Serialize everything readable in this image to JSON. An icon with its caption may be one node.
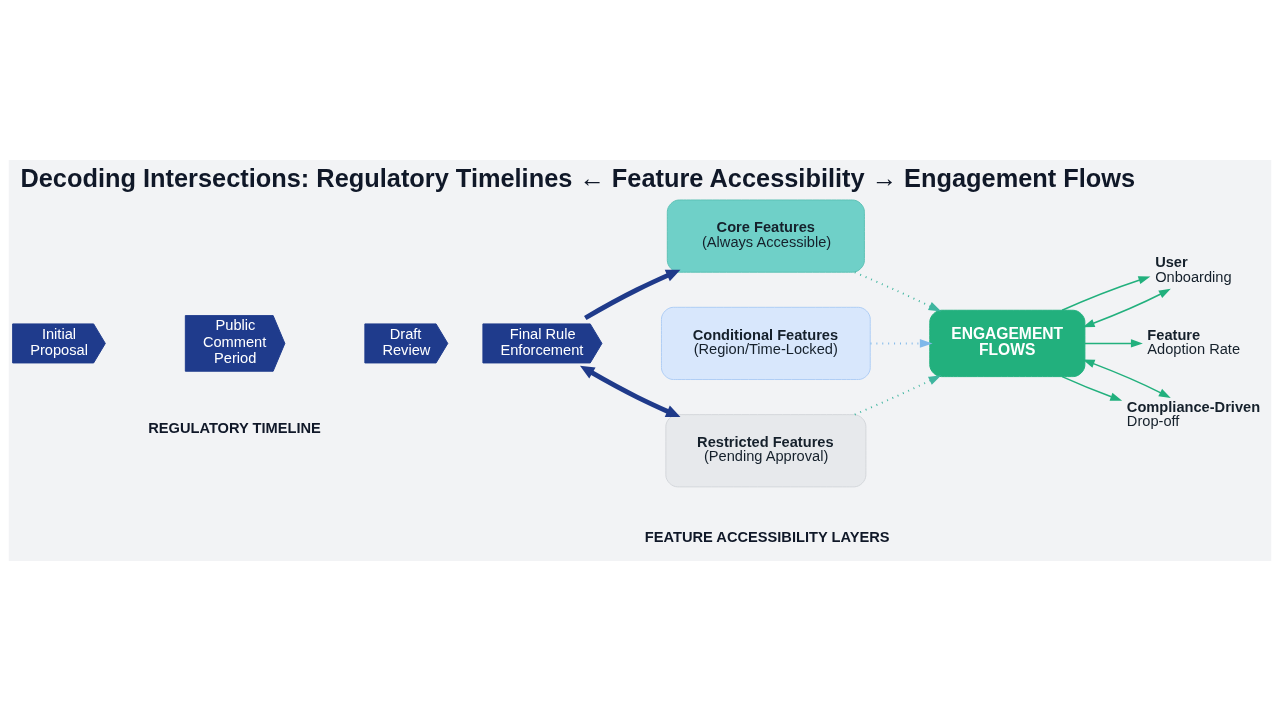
{
  "diagram": {
    "title": "Decoding Intersections: Regulatory Timelines ← Feature Accessibility → Engagement Flows",
    "nodes": [
      {
        "text": [
          "Initial Proposal"
        ]
      },
      {
        "text": [
          "Public Comment Period"
        ]
      },
      {
        "text": [
          "Draft Review"
        ]
      },
      {
        "text": [
          "Final Rule Enforcement"
        ]
      },
      {
        "text": [
          "Core Features",
          "(Always Accessible)"
        ]
      },
      {
        "text": [
          "Conditional Features",
          "(Region/Time-Locked)"
        ]
      },
      {
        "text": [
          "Restricted Features",
          "(Pending Approval)"
        ]
      },
      {
        "text": [
          "ENGAGEMENT FLOWS"
        ]
      },
      {
        "text": [
          "User",
          "Onboarding"
        ]
      },
      {
        "text": [
          "Feature",
          "Adoption Rate"
        ]
      },
      {
        "text": [
          "Compliance-Driven",
          "Drop-off"
        ]
      }
    ],
    "edges": [
      {
        "from": 3,
        "to": 4,
        "arrow": "to",
        "style": "thick",
        "color": "#1f3a8a"
      },
      {
        "from": 3,
        "to": 6,
        "arrow": "both",
        "style": "thick",
        "color": "#1f3a8a"
      },
      {
        "from": 4,
        "to": 7,
        "arrow": "to",
        "style": "dashed",
        "color": "#3fb59f"
      },
      {
        "from": 5,
        "to": 7,
        "arrow": "to",
        "style": "dashed",
        "color": "#7fb8ea"
      },
      {
        "from": 6,
        "to": 7,
        "arrow": "to",
        "style": "dashed",
        "color": "#3fb59f"
      },
      {
        "from": 7,
        "to": 8,
        "arrow": "both",
        "color": "#22b07d"
      },
      {
        "from": 7,
        "to": 8,
        "arrow": "to",
        "color": "#22b07d"
      },
      {
        "from": 7,
        "to": 9,
        "arrow": "to",
        "color": "#22b07d"
      },
      {
        "from": 7,
        "to": 10,
        "arrow": "to",
        "color": "#22b07d"
      },
      {
        "from": 7,
        "to": 10,
        "arrow": "both",
        "color": "#22b07d"
      }
    ],
    "labels": [
      "REGULATORY TIMELINE",
      "FEATURE ACCESSIBILITY LAYERS"
    ]
  }
}
